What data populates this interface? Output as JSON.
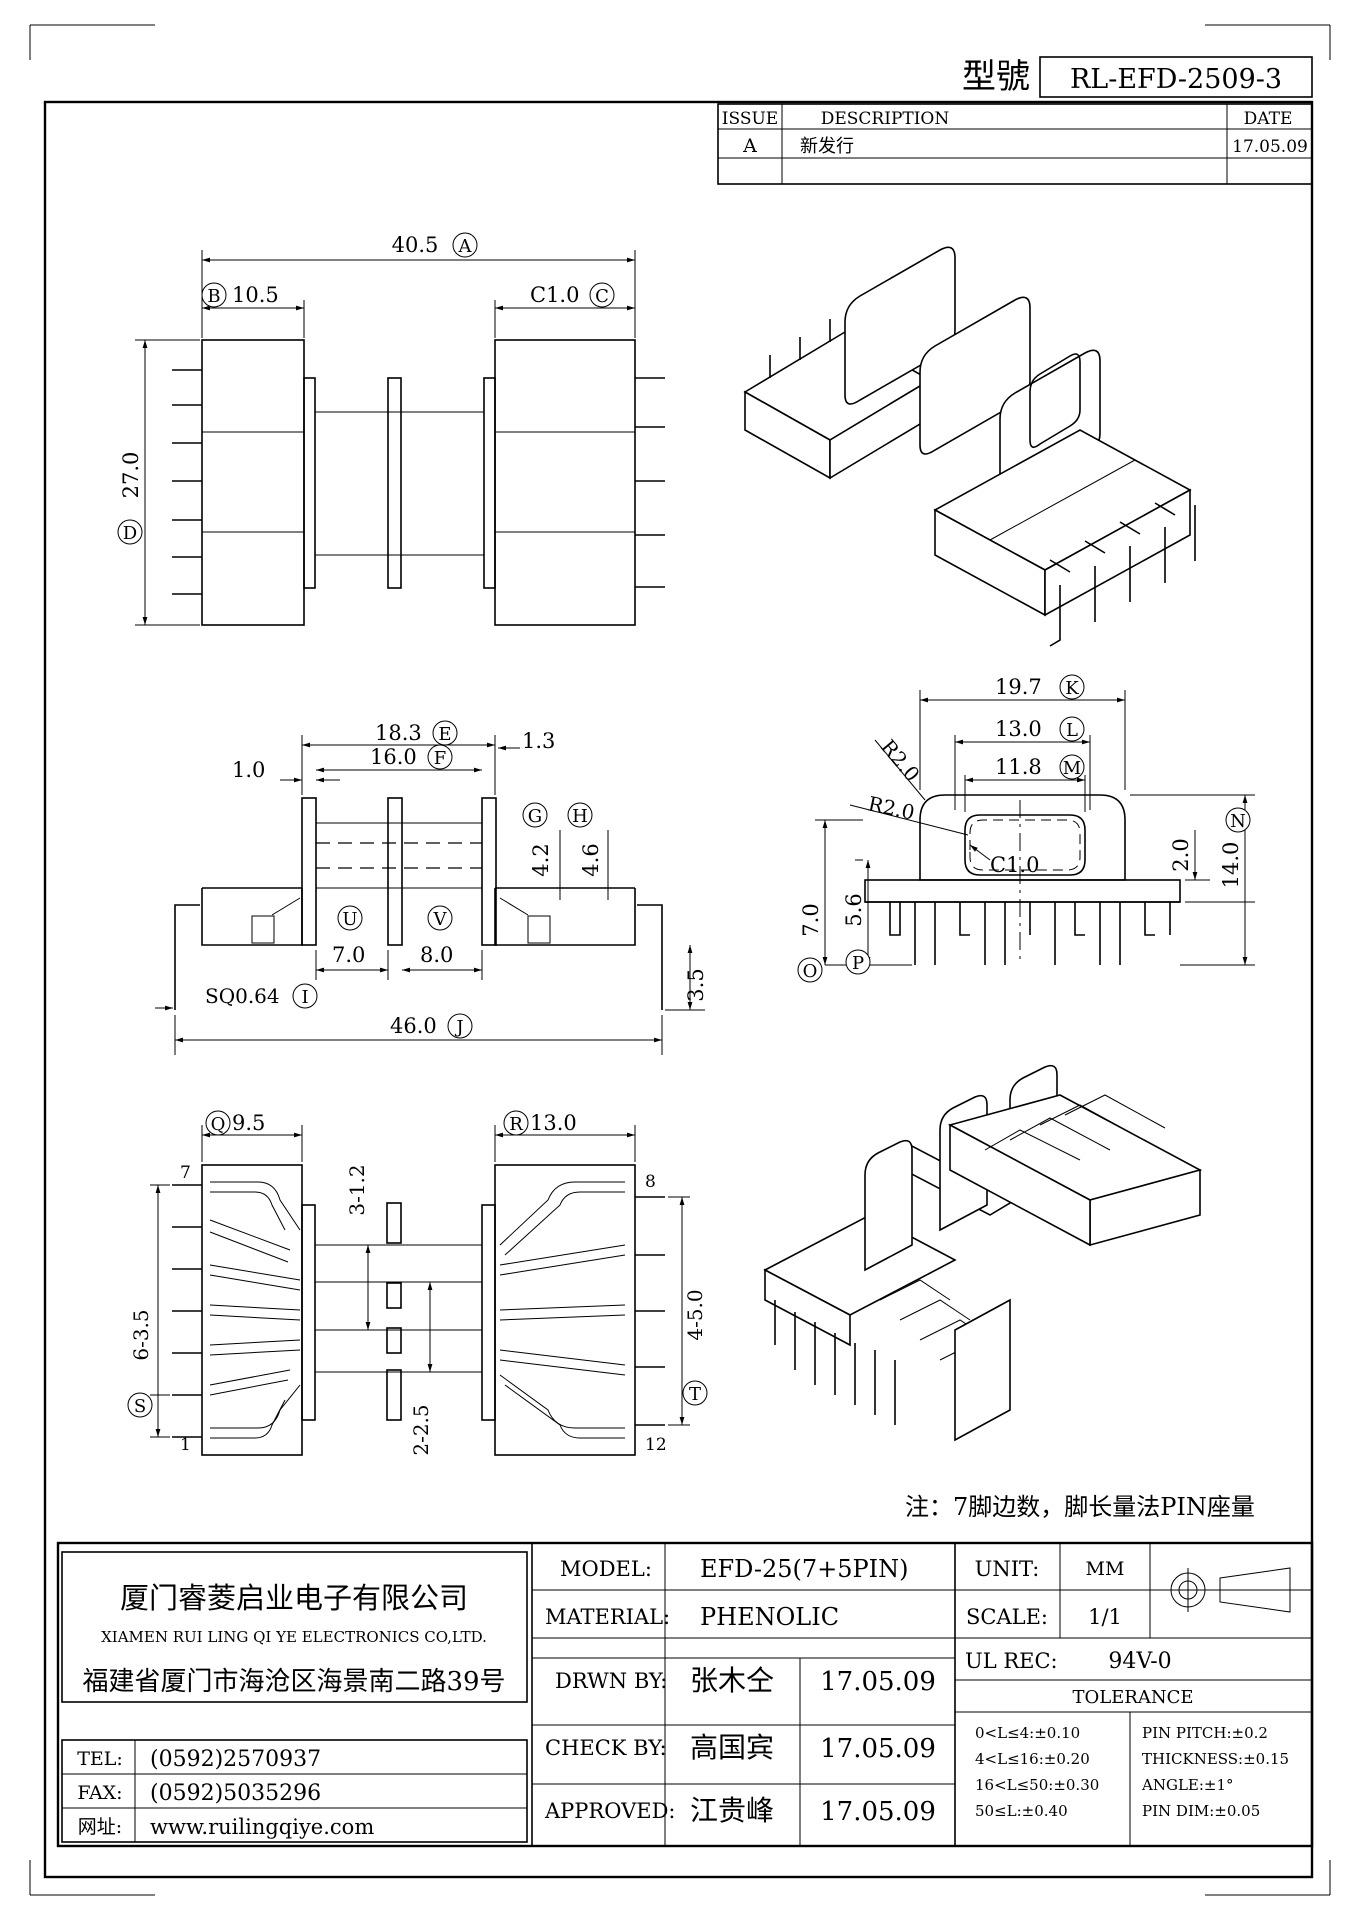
{
  "header": {
    "model_label": "型號",
    "model_value": "RL-EFD-2509-3"
  },
  "revision": {
    "headers": [
      "ISSUE",
      "DESCRIPTION",
      "DATE"
    ],
    "rows": [
      {
        "issue": "A",
        "description": "新发行",
        "date": "17.05.09"
      }
    ]
  },
  "dims": {
    "A": "40.5",
    "B": "10.5",
    "C": "C1.0",
    "D": "27.0",
    "E": "18.3",
    "F": "16.0",
    "G": "4.2",
    "H": "4.6",
    "e_extra": "1.3",
    "f_extra": "1.0",
    "U": "7.0",
    "V": "8.0",
    "I": "SQ0.64",
    "J": "46.0",
    "pin_len": "3.5",
    "K": "19.7",
    "L": "13.0",
    "M": "11.8",
    "N": "14.0",
    "N_inner": "2.0",
    "R_outer": "R2.0",
    "R_inner": "R2.0",
    "O": "7.0",
    "P": "5.6",
    "Q": "9.5",
    "R": "13.0",
    "S_pitch": "6-3.5",
    "T_pitch": "4-5.0",
    "gap_top": "3-1.2",
    "gap_bottom": "2-2.5"
  },
  "letters": [
    "A",
    "B",
    "C",
    "D",
    "E",
    "F",
    "G",
    "H",
    "I",
    "J",
    "K",
    "L",
    "M",
    "N",
    "O",
    "P",
    "Q",
    "R",
    "S",
    "T",
    "U",
    "V"
  ],
  "pins": {
    "p7": "7",
    "p1": "1",
    "p8": "8",
    "p12": "12"
  },
  "note": "注：7脚边数，脚长量法PIN座量",
  "company": {
    "name_cn": "厦门睿菱启业电子有限公司",
    "name_en": "XIAMEN RUI LING QI YE ELECTRONICS CO,LTD.",
    "address": "福建省厦门市海沧区海景南二路39号",
    "tel_label": "TEL:",
    "tel": "(0592)2570937",
    "fax_label": "FAX:",
    "fax": "(0592)5035296",
    "web_label": "网址:",
    "web": "www.ruilingqiye.com"
  },
  "title_block": {
    "model_label": "MODEL:",
    "model": "EFD-25(7+5PIN)",
    "material_label": "MATERIAL:",
    "material": "PHENOLIC",
    "drwn_label": "DRWN BY:",
    "drwn_name": "张木仝",
    "drwn_date": "17.05.09",
    "check_label": "CHECK BY:",
    "check_name": "高国宾",
    "check_date": "17.05.09",
    "approved_label": "APPROVED:",
    "approved_name": "江贵峰",
    "approved_date": "17.05.09",
    "unit_label": "UNIT:",
    "unit": "MM",
    "scale_label": "SCALE:",
    "scale": "1/1",
    "ul_label": "UL REC:",
    "ul": "94V-0",
    "tolerance_title": "TOLERANCE",
    "tol_left": [
      "0<L≤4:±0.10",
      "4<L≤16:±0.20",
      "16<L≤50:±0.30",
      "50≤L:±0.40"
    ],
    "tol_right": [
      "PIN PITCH:±0.2",
      "THICKNESS:±0.15",
      "ANGLE:±1°",
      "PIN DIM:±0.05"
    ]
  }
}
